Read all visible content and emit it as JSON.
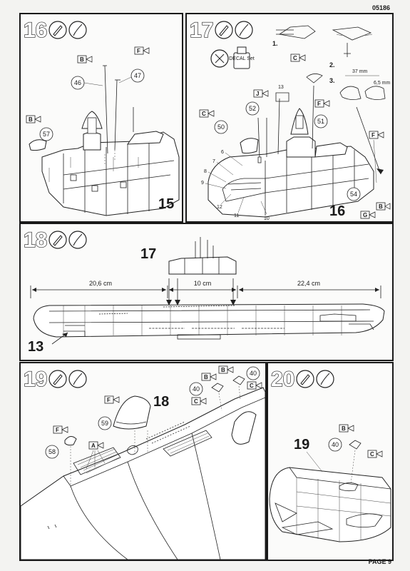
{
  "header": {
    "code": "05186"
  },
  "footer": {
    "page": "PAGE 9"
  },
  "steps": {
    "s16": {
      "num": "16",
      "assembly": "15",
      "parts": {
        "p46": "46",
        "p47": "47",
        "p57": "57"
      },
      "tags": {
        "b1": "B",
        "f1": "F",
        "b2": "B"
      }
    },
    "s17": {
      "num": "17",
      "assembly": "16",
      "substeps": {
        "one": "1.",
        "two": "2.",
        "three": "3."
      },
      "decal": "DECAL Set",
      "measures": {
        "m1": "37 mm",
        "m2": "6,5 mm"
      },
      "parts": {
        "p13": "13",
        "p52": "52",
        "p50": "50",
        "p51": "51",
        "p6": "6",
        "p7": "7",
        "p8": "8",
        "p9": "9",
        "p12": "12",
        "p11": "11",
        "p10": "10",
        "p54": "54"
      },
      "tags": {
        "c1": "C",
        "j1": "J",
        "c2": "C",
        "f1": "F",
        "f2": "F",
        "g1": "G",
        "b1": "B"
      }
    },
    "s18": {
      "num": "18",
      "assembly_top": "17",
      "assembly_bottom": "13",
      "dims": {
        "left": "20,6 cm",
        "mid": "10 cm",
        "right": "22,4 cm"
      }
    },
    "s19": {
      "num": "19",
      "assembly": "18",
      "parts": {
        "p40a": "40",
        "p40b": "40",
        "p59": "59",
        "p58": "58"
      },
      "tags": {
        "b1": "B",
        "b2": "B",
        "c1": "C",
        "c2": "C",
        "f1": "F",
        "f2": "F",
        "a1": "A"
      }
    },
    "s20": {
      "num": "20",
      "assembly": "19",
      "parts": {
        "p40": "40"
      },
      "tags": {
        "b1": "B",
        "c1": "C"
      }
    }
  }
}
